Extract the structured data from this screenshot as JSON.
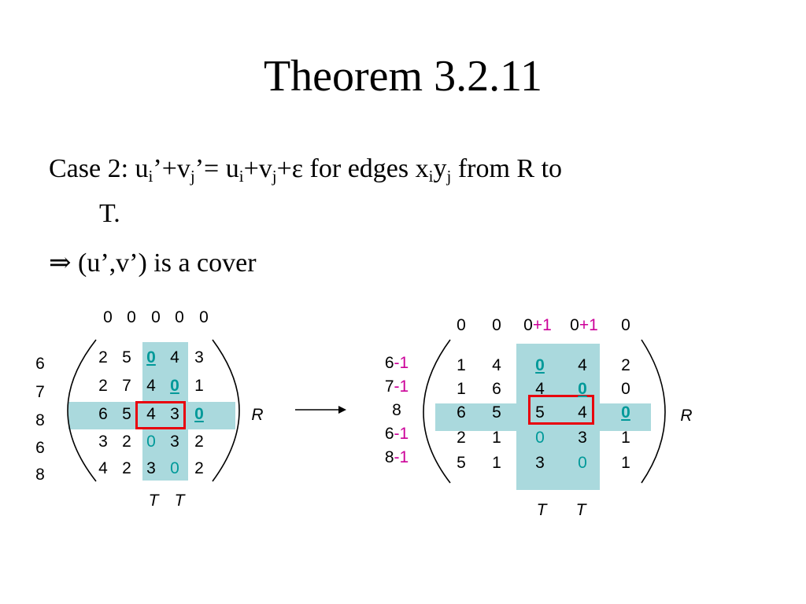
{
  "title": "Theorem 3.2.11",
  "line1": {
    "a": "Case 2: u",
    "sub_i1": "i",
    "b": "’+v",
    "sub_j1": "j",
    "c": "’= u",
    "sub_i2": "i",
    "d": "+v",
    "sub_j2": "j",
    "e": "+ε for edges x",
    "sub_i3": "i",
    "f": "y",
    "sub_j3": "j",
    "g": " from R to",
    "cont": "T."
  },
  "line2": {
    "arrow": "⇒",
    "text": "(u’,v’) is a cover"
  },
  "left": {
    "col_labels": [
      "0",
      "0",
      "0",
      "0",
      "0"
    ],
    "row_labels": [
      "6",
      "7",
      "8",
      "6",
      "8"
    ],
    "rows": [
      [
        "2",
        "5",
        "0",
        "4",
        "3"
      ],
      [
        "2",
        "7",
        "4",
        "0",
        "1"
      ],
      [
        "6",
        "5",
        "4",
        "3",
        "0"
      ],
      [
        "3",
        "2",
        "0",
        "3",
        "2"
      ],
      [
        "4",
        "2",
        "3",
        "0",
        "2"
      ]
    ],
    "r_label": "R",
    "t_label_1": "T",
    "t_label_2": "T"
  },
  "right": {
    "col_labels": [
      {
        "base": "0",
        "delta": ""
      },
      {
        "base": "0",
        "delta": ""
      },
      {
        "base": "0",
        "delta": "+1"
      },
      {
        "base": "0",
        "delta": "+1"
      },
      {
        "base": "0",
        "delta": ""
      }
    ],
    "row_labels": [
      {
        "base": "6",
        "delta": "-1"
      },
      {
        "base": "7",
        "delta": "-1"
      },
      {
        "base": "8",
        "delta": ""
      },
      {
        "base": "6",
        "delta": "-1"
      },
      {
        "base": "8",
        "delta": "-1"
      }
    ],
    "rows": [
      [
        "1",
        "4",
        "0",
        "4",
        "2"
      ],
      [
        "1",
        "6",
        "4",
        "0",
        "0"
      ],
      [
        "6",
        "5",
        "5",
        "4",
        "0"
      ],
      [
        "2",
        "1",
        "0",
        "3",
        "1"
      ],
      [
        "5",
        "1",
        "3",
        "0",
        "1"
      ]
    ],
    "r_label": "R",
    "t_label_1": "T",
    "t_label_2": "T"
  },
  "colors": {
    "highlight": "#aad9dd",
    "box": "#e8000c",
    "zero": "#009999",
    "delta": "#cc0099"
  }
}
